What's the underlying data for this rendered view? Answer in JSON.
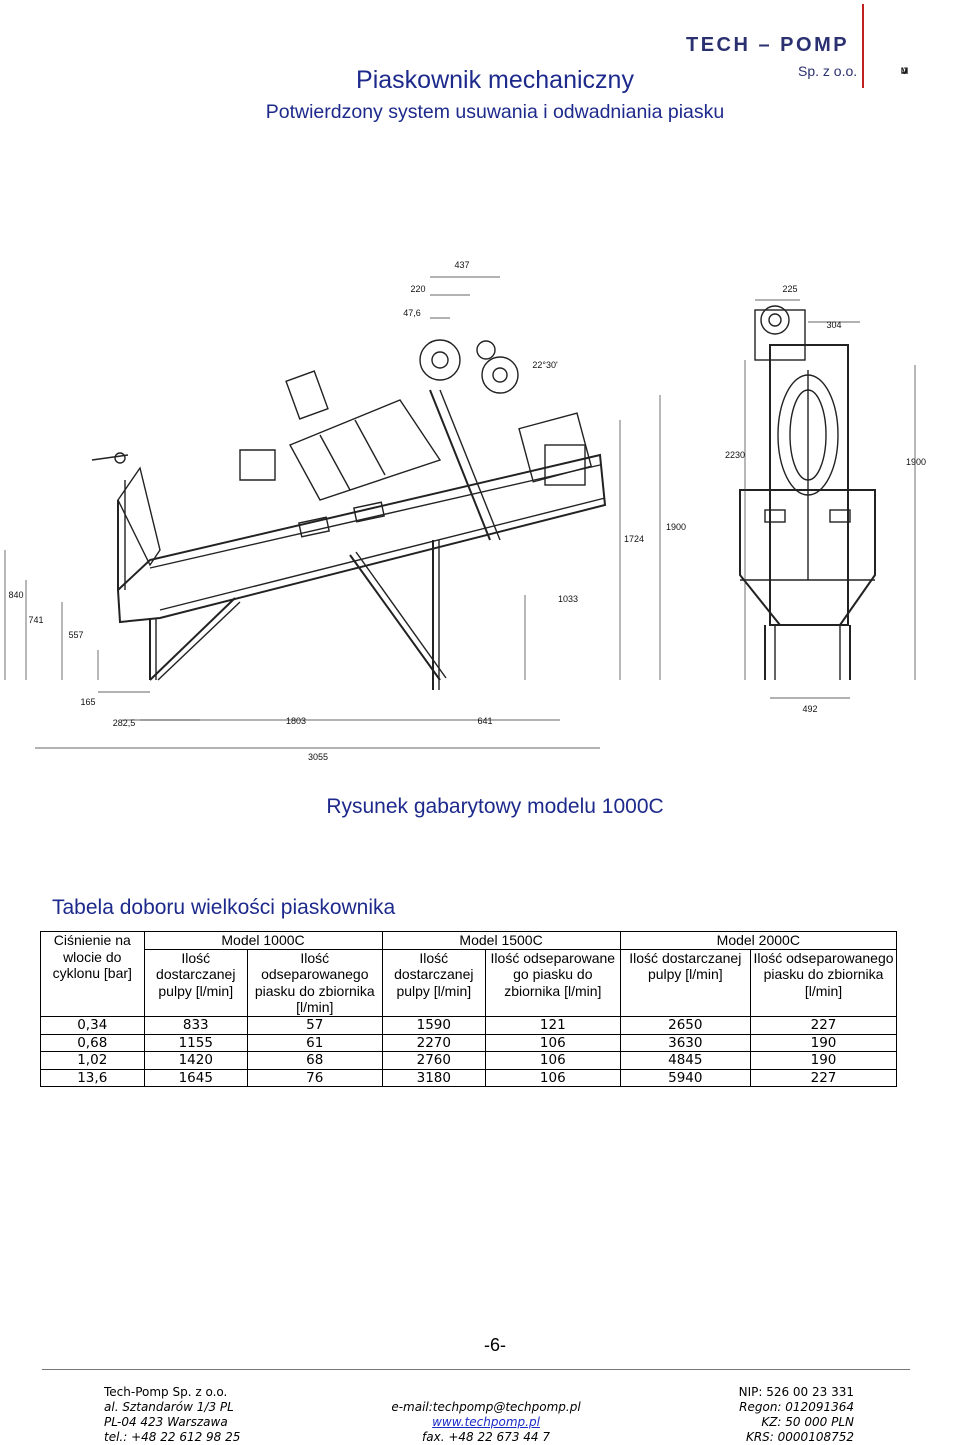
{
  "header": {
    "title": "Piaskownik mechaniczny",
    "subtitle": "Potwierdzony system usuwania i odwadniania piasku",
    "brand": "TECH – POMP",
    "brand_sub": "Sp. z o.o.",
    "logo_text": "MJ",
    "colors": {
      "heading": "#1d2a8c",
      "logo_accent": "#c02020"
    }
  },
  "drawing": {
    "caption": "Rysunek gabarytowy modelu 1000C",
    "dims": {
      "d437": "437",
      "d220": "220",
      "d47": "47,6",
      "d2230": "22°30'",
      "d1724": "1724",
      "d1900a": "1900",
      "d1033": "1033",
      "d840": "840",
      "d741": "741",
      "d557": "557",
      "d165": "165",
      "d282": "282,5",
      "d1803": "1803",
      "d641": "641",
      "d3055": "3055",
      "d225": "225",
      "d304": "304",
      "d2230b": "2230",
      "d1900b": "1900",
      "d492": "492"
    }
  },
  "table": {
    "title": "Tabela doboru wielkości piaskownika",
    "pressure_header": "Ciśnienie na wlocie do cyklonu [bar]",
    "models": [
      "Model 1000C",
      "Model 1500C",
      "Model 2000C"
    ],
    "sub_headers": [
      "Ilość dostarczanej pulpy [l/min]",
      "Ilość odseparowanego piasku do zbiornika [l/min]",
      "Ilość dostarczanej pulpy [l/min]",
      "Ilość odseparowane go piasku do zbiornika [l/min]",
      "Ilość dostarczanej pulpy [l/min]",
      "Ilość odseparowanego piasku do zbiornika [l/min]"
    ],
    "rows": [
      [
        "0,34",
        "833",
        "57",
        "1590",
        "121",
        "2650",
        "227"
      ],
      [
        "0,68",
        "1155",
        "61",
        "2270",
        "106",
        "3630",
        "190"
      ],
      [
        "1,02",
        "1420",
        "68",
        "2760",
        "106",
        "4845",
        "190"
      ],
      [
        "13,6",
        "1645",
        "76",
        "3180",
        "106",
        "5940",
        "227"
      ]
    ]
  },
  "page_number": "-6-",
  "footer": {
    "left": [
      "Tech-Pomp Sp. z o.o.",
      "al. Sztandarów 1/3 PL",
      "PL-04 423 Warszawa",
      "tel.: +48 22 612 98 25"
    ],
    "mid": [
      "e-mail:techpomp@techpomp.pl",
      "www.techpomp.pl",
      "fax. +48 22 673 44 7"
    ],
    "right": [
      "NIP: 526 00 23 331",
      "Regon: 012091364",
      "KZ: 50 000 PLN",
      "KRS: 0000108752"
    ]
  }
}
